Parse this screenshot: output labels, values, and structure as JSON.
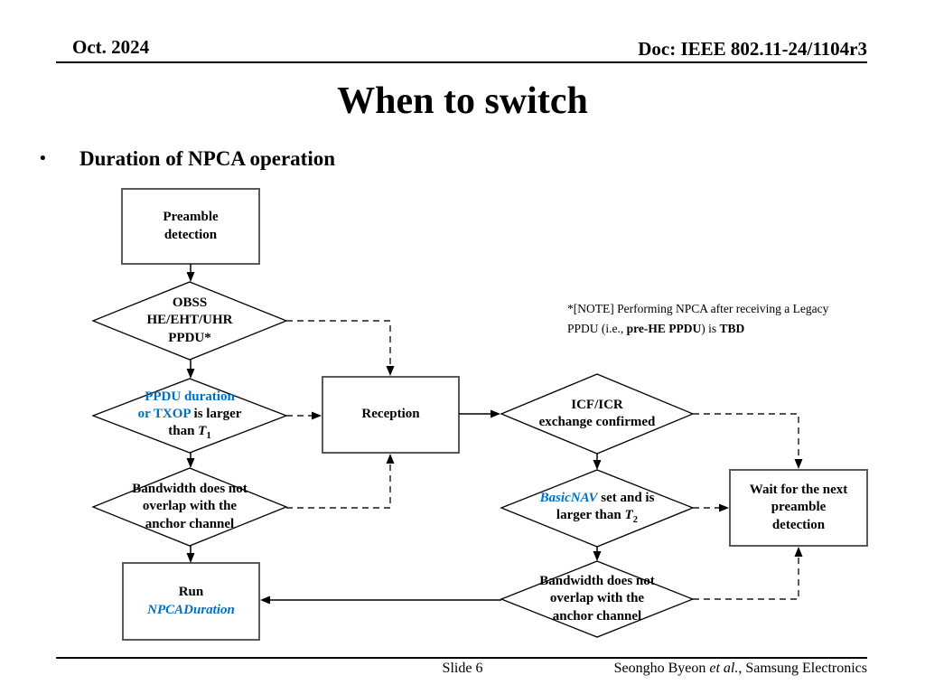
{
  "header": {
    "date": "Oct. 2024",
    "doc": "Doc: IEEE 802.11-24/1104r3"
  },
  "title": "When to switch",
  "bullet": {
    "marker": "•",
    "text": "Duration of NPCA operation"
  },
  "colors": {
    "accent_blue": "#0070C0"
  },
  "flowchart": {
    "preamble": {
      "label": "Preamble\ndetection"
    },
    "obss": {
      "label": "OBSS\nHE/EHT/UHR\nPPDU*"
    },
    "ppdu_t1": {
      "blue_line1": "PPDU duration",
      "blue_line2": "or TXOP",
      "black_line2": " is larger",
      "black_line3": "than ",
      "var": "T",
      "sub": "1"
    },
    "bandwidth_left": {
      "label": "Bandwidth does not\noverlap with the\nanchor channel"
    },
    "run": {
      "line1": "Run",
      "line2": "NPCADuration"
    },
    "reception": {
      "label": "Reception"
    },
    "icf": {
      "label": "ICF/ICR\nexchange confirmed"
    },
    "basicnav": {
      "blue_line1": "BasicNAV",
      "black_line1": " set and is",
      "black_line2": "larger than ",
      "var": "T",
      "sub": "2"
    },
    "bandwidth_right": {
      "label": "Bandwidth does not\noverlap with the\nanchor channel"
    },
    "wait": {
      "label": "Wait for the next\npreamble\ndetection"
    }
  },
  "note": {
    "part1": "*[NOTE] Performing NPCA after receiving a Legacy PPDU (i.e., ",
    "bold1": "pre-HE PPDU",
    "part2": ") is ",
    "bold2": "TBD"
  },
  "footer": {
    "slide": "Slide 6",
    "author_pre": "Seongho Byeon ",
    "author_italic": "et al.",
    "author_post": ", Samsung Electronics"
  }
}
